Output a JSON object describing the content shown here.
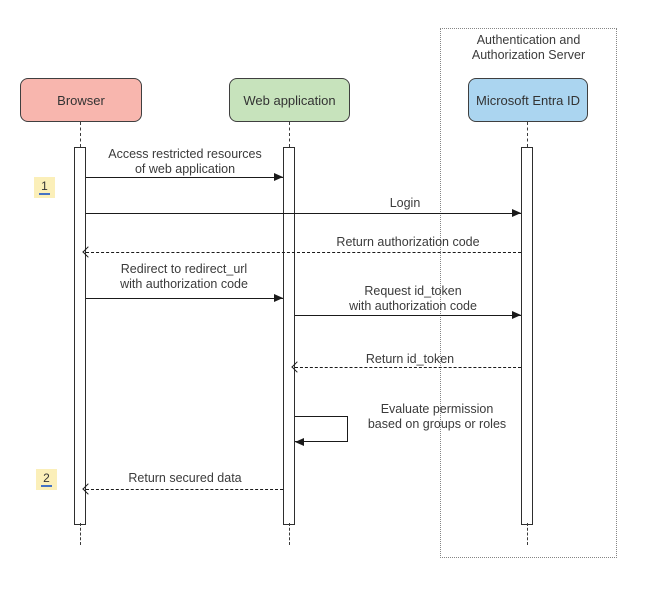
{
  "frame": {
    "line1": "Authentication and",
    "line2": "Authorization Server"
  },
  "actors": [
    {
      "label": "Browser"
    },
    {
      "label": "Web application"
    },
    {
      "label": "Microsoft Entra ID"
    }
  ],
  "messages": [
    {
      "line1": "Access restricted resources",
      "line2": "of web application",
      "style": "solid"
    },
    {
      "label": "Login",
      "style": "solid"
    },
    {
      "label": "Return authorization code",
      "style": "dashed-return"
    },
    {
      "line1": "Redirect to redirect_url",
      "line2": "with authorization code",
      "style": "solid"
    },
    {
      "line1": "Request id_token",
      "line2": "with authorization code",
      "style": "solid"
    },
    {
      "label": "Return id_token",
      "style": "dashed-return"
    },
    {
      "line1": "Evaluate permission",
      "line2": "based on groups or roles",
      "style": "self"
    },
    {
      "label": "Return secured data",
      "style": "dashed-return"
    }
  ],
  "markers": [
    {
      "label": "1"
    },
    {
      "label": "2"
    }
  ],
  "colors": {
    "browser_fill": "#F8B6AE",
    "webapp_fill": "#C7E3BC",
    "entra_fill": "#ABD5F0",
    "box_border": "#3F3F3F",
    "marker_fill": "#FBEFB9",
    "marker_link": "#4472C4",
    "line_color": "#1A1A1A",
    "text_color": "#3B3B3B",
    "frame_border": "#858585"
  }
}
